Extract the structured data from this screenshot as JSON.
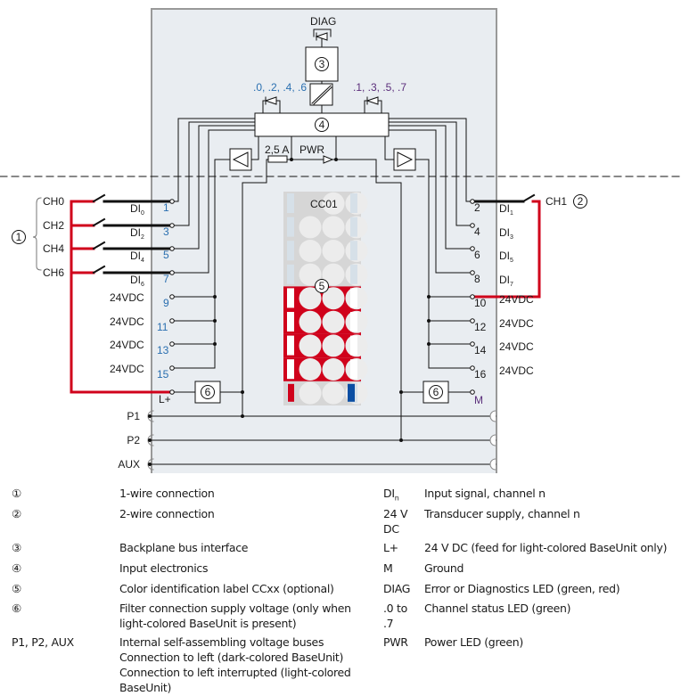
{
  "diagram": {
    "diag_label": "DIAG",
    "led_even_label": ".0, .2, .4, .6",
    "led_odd_label": ".1, .3, .5, .7",
    "fuse_label": "2,5 A",
    "pwr_label": "PWR",
    "color_label_text": "CC01",
    "callouts": [
      "1",
      "2",
      "3",
      "4",
      "5",
      "6"
    ],
    "channels_left": [
      "CH0",
      "CH2",
      "CH4",
      "CH6"
    ],
    "channel_right": "CH1",
    "left_terminals": [
      {
        "num": "1",
        "signal": "DI",
        "sub": "0"
      },
      {
        "num": "3",
        "signal": "DI",
        "sub": "2"
      },
      {
        "num": "5",
        "signal": "DI",
        "sub": "4"
      },
      {
        "num": "7",
        "signal": "DI",
        "sub": "6"
      },
      {
        "num": "9",
        "signal": "24VDC"
      },
      {
        "num": "11",
        "signal": "24VDC"
      },
      {
        "num": "13",
        "signal": "24VDC"
      },
      {
        "num": "15",
        "signal": "24VDC"
      },
      {
        "num": "L+",
        "signal": ""
      }
    ],
    "right_terminals": [
      {
        "num": "2",
        "signal": "DI",
        "sub": "1"
      },
      {
        "num": "4",
        "signal": "DI",
        "sub": "3"
      },
      {
        "num": "6",
        "signal": "DI",
        "sub": "5"
      },
      {
        "num": "8",
        "signal": "DI",
        "sub": "7"
      },
      {
        "num": "10",
        "signal": "24VDC"
      },
      {
        "num": "12",
        "signal": "24VDC"
      },
      {
        "num": "14",
        "signal": "24VDC"
      },
      {
        "num": "16",
        "signal": "24VDC"
      },
      {
        "num": "M",
        "signal": ""
      }
    ],
    "buses": [
      "P1",
      "P2",
      "AUX"
    ],
    "colors": {
      "wire_red": "#d0021b",
      "module_bg": "#e9edf1",
      "label_gray": "#d6d6d6",
      "label_blue": "#0a4ea3"
    }
  },
  "legend": {
    "left": [
      {
        "key": "①",
        "text": "1-wire connection"
      },
      {
        "key": "②",
        "text": "2-wire connection"
      },
      {
        "key": "③",
        "text": "Backplane bus interface"
      },
      {
        "key": "④",
        "text": "Input electronics"
      },
      {
        "key": "⑤",
        "text": "Color identification label CCxx (optional)"
      },
      {
        "key": "⑥",
        "text": "Filter connection supply voltage (only when light-colored BaseUnit is present)"
      },
      {
        "key": "P1, P2, AUX",
        "text": "Internal self-assembling voltage buses",
        "lines": [
          "Connection to left (dark-colored BaseUnit)",
          "Connection to left interrupted (light-colored BaseUnit)"
        ]
      }
    ],
    "right": [
      {
        "key": "DI",
        "key_sub": "n",
        "text": "Input signal, channel n"
      },
      {
        "key": "24 V DC",
        "text": "Transducer supply, channel n"
      },
      {
        "key": "L+",
        "text": "24 V DC (feed for light-colored BaseUnit only)"
      },
      {
        "key": "M",
        "text": "Ground"
      },
      {
        "key": "DIAG",
        "text": "Error or Diagnostics LED (green, red)"
      },
      {
        "key": ".0 to .7",
        "text": "Channel status LED (green)"
      },
      {
        "key": "PWR",
        "text": "Power LED (green)"
      }
    ]
  }
}
